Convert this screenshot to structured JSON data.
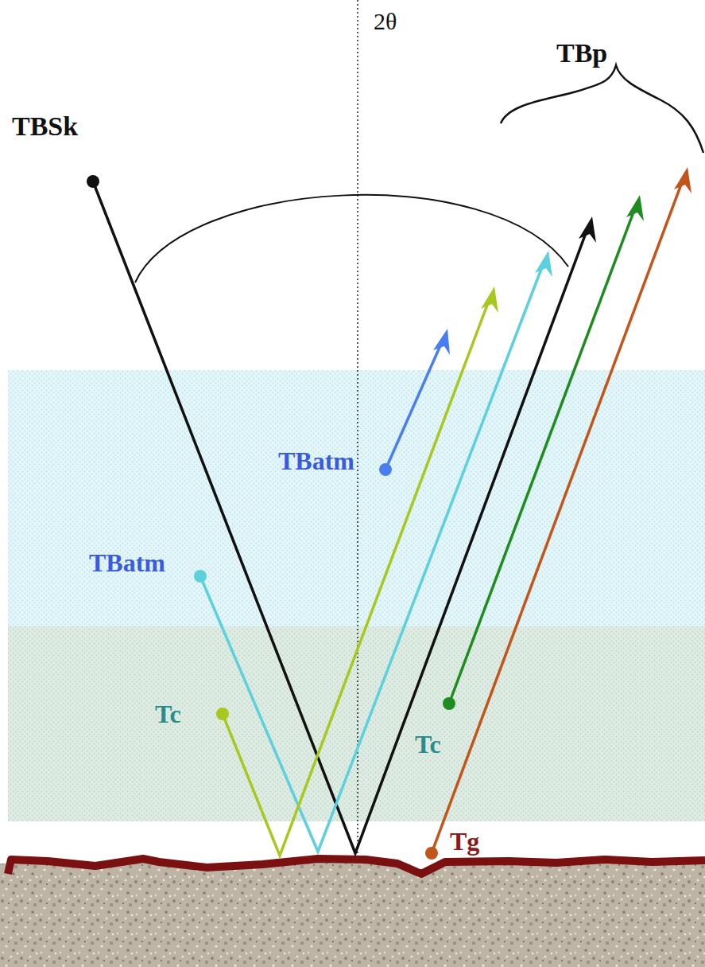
{
  "diagram": {
    "labels": [
      "TBSk",
      "2θ",
      "TBp",
      "TBatm",
      "TBatm",
      "Tc",
      "Tc",
      "Tg"
    ]
  }
}
